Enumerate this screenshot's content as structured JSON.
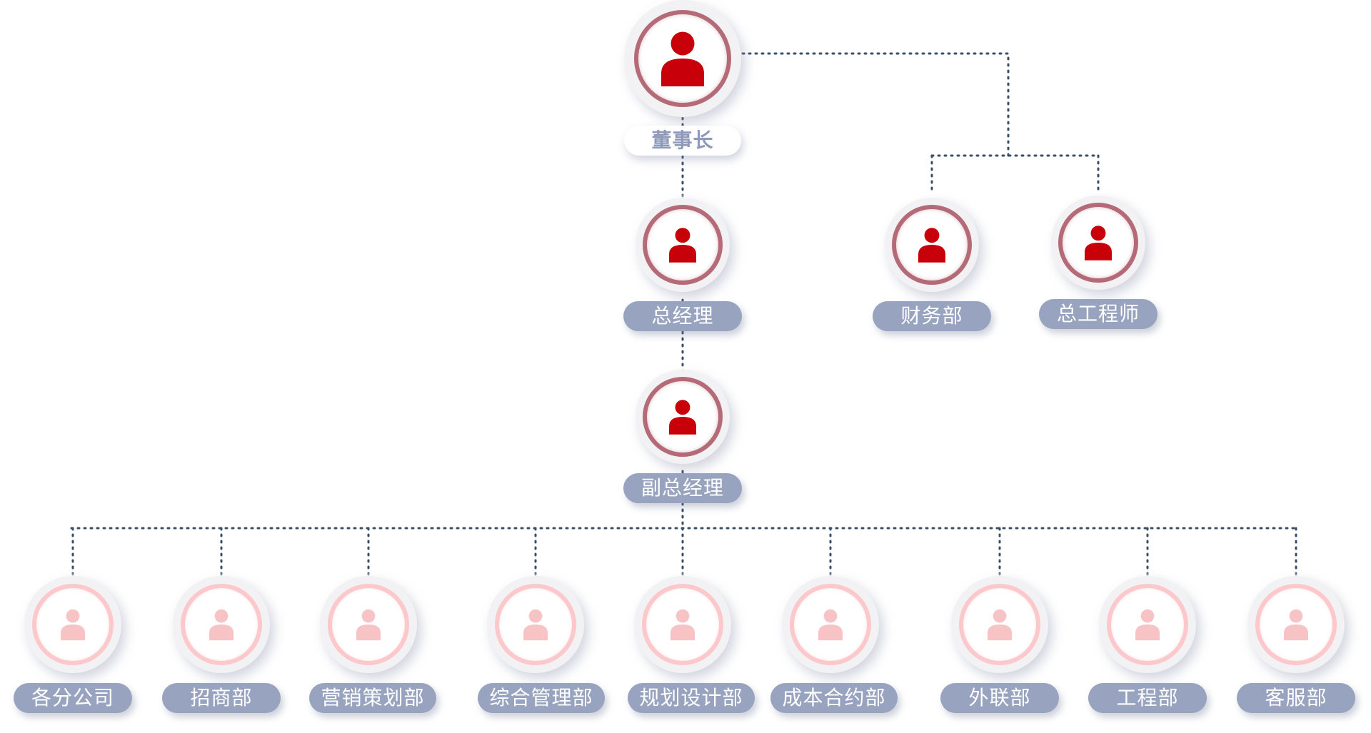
{
  "colors": {
    "connector": "#3a4e66",
    "primary_ring": "#b56b77",
    "primary_icon": "#c8000a",
    "secondary_ring": "#fcc8cb",
    "secondary_icon": "#f7c3c5",
    "label_bg": "#98a3bf"
  },
  "nodes": {
    "chairman": {
      "label": "董事长",
      "icon": "person-icon"
    },
    "general_manager": {
      "label": "总经理",
      "icon": "person-icon"
    },
    "deputy_general_manager": {
      "label": "副总经理",
      "icon": "person-icon"
    },
    "finance": {
      "label": "财务部",
      "icon": "person-icon"
    },
    "chief_engineer": {
      "label": "总工程师",
      "icon": "person-icon"
    }
  },
  "departments": [
    {
      "label": "各分公司",
      "icon": "person-icon"
    },
    {
      "label": "招商部",
      "icon": "person-icon"
    },
    {
      "label": "营销策划部",
      "icon": "person-icon"
    },
    {
      "label": "综合管理部",
      "icon": "person-icon"
    },
    {
      "label": "规划设计部",
      "icon": "person-icon"
    },
    {
      "label": "成本合约部",
      "icon": "person-icon"
    },
    {
      "label": "外联部",
      "icon": "person-icon"
    },
    {
      "label": "工程部",
      "icon": "person-icon"
    },
    {
      "label": "客服部",
      "icon": "person-icon"
    }
  ]
}
